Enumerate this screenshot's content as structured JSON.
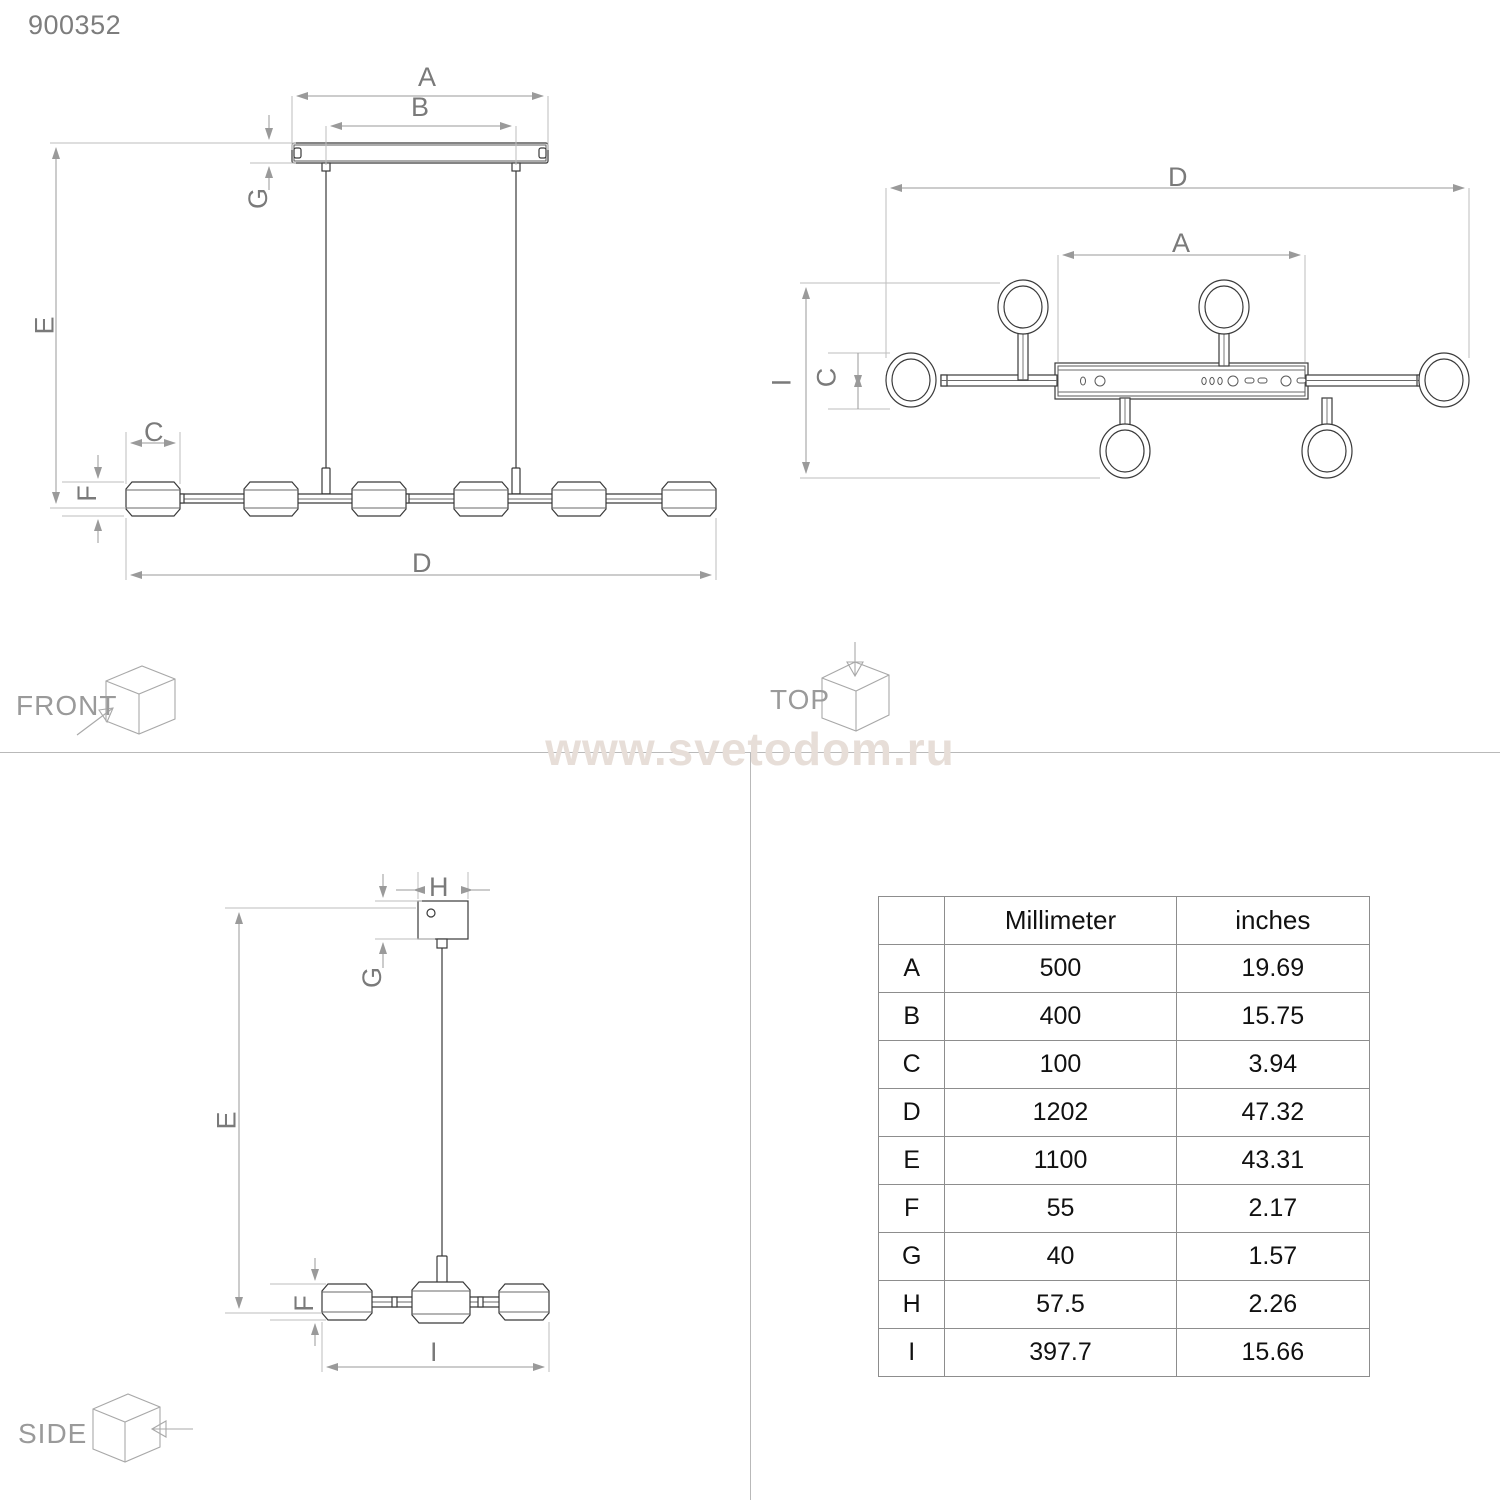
{
  "product_code": "900352",
  "watermark": "www.svetodom.ru",
  "views": {
    "front": {
      "caption": "FRONT",
      "icon": "cube-front-icon"
    },
    "top": {
      "caption": "TOP",
      "icon": "cube-top-icon"
    },
    "side": {
      "caption": "SIDE",
      "icon": "cube-side-icon"
    }
  },
  "dimension_labels": {
    "front": [
      "A",
      "B",
      "G",
      "E",
      "C",
      "F",
      "D"
    ],
    "top": [
      "D",
      "A",
      "C",
      "I"
    ],
    "side": [
      "H",
      "G",
      "E",
      "F",
      "I"
    ]
  },
  "letters": {
    "A": "A",
    "B": "B",
    "C": "C",
    "D": "D",
    "E": "E",
    "F": "F",
    "G": "G",
    "H": "H",
    "I": "I"
  },
  "table": {
    "header": {
      "key": "",
      "millimeter": "Millimeter",
      "inches": "inches"
    },
    "rows": [
      {
        "key": "A",
        "millimeter": "500",
        "inches": "19.69"
      },
      {
        "key": "B",
        "millimeter": "400",
        "inches": "15.75"
      },
      {
        "key": "C",
        "millimeter": "100",
        "inches": "3.94"
      },
      {
        "key": "D",
        "millimeter": "1202",
        "inches": "47.32"
      },
      {
        "key": "E",
        "millimeter": "1100",
        "inches": "43.31"
      },
      {
        "key": "F",
        "millimeter": "55",
        "inches": "2.17"
      },
      {
        "key": "G",
        "millimeter": "40",
        "inches": "1.57"
      },
      {
        "key": "H",
        "millimeter": "57.5",
        "inches": "2.26"
      },
      {
        "key": "I",
        "millimeter": "397.7",
        "inches": "15.66"
      }
    ]
  },
  "colors": {
    "line": "#3a3a3a",
    "dimension": "#9a9a9a",
    "text": "#7a7a7a",
    "watermark": "#e7ded8",
    "table_border": "#8d8d8d"
  }
}
